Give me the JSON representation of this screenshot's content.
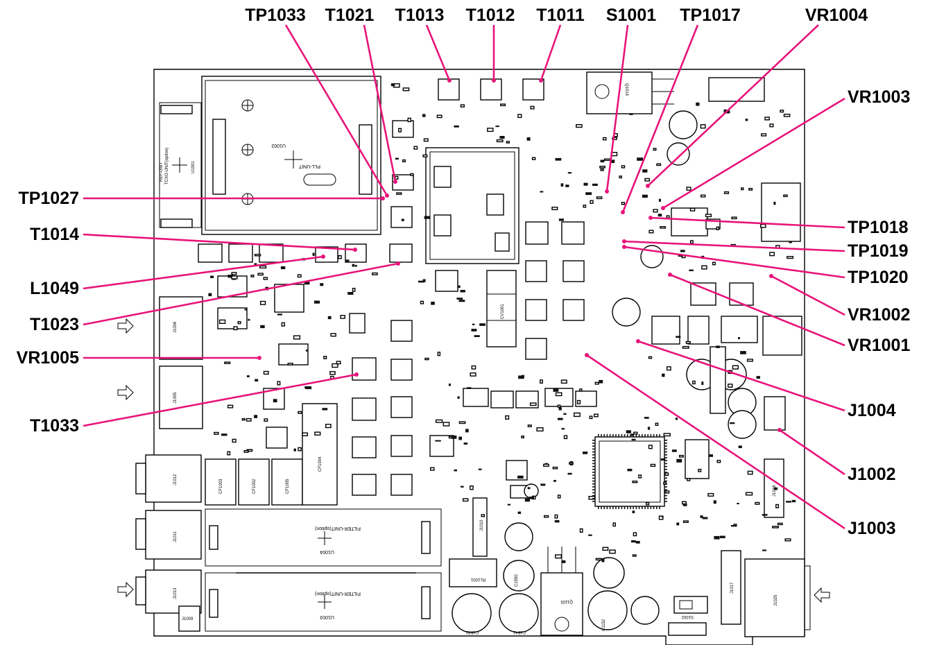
{
  "callouts": {
    "top": [
      "TP1033",
      "T1021",
      "T1013",
      "T1012",
      "T1011",
      "S1001",
      "TP1017",
      "VR1004"
    ],
    "left": [
      "TP1027",
      "T1014",
      "L1049",
      "T1023",
      "VR1005",
      "T1033"
    ],
    "right": [
      "VR1003",
      "TP1018",
      "TP1019",
      "TP1020",
      "VR1002",
      "VR1001",
      "J1004",
      "J1002",
      "J1003"
    ]
  },
  "board": {
    "silkscreen": {
      "pll_unit": "PLL-UNIT",
      "u1002": "U1002",
      "ref_unit": "REF-UNIT",
      "tcxo_unit": "TCXO-UNIT(option)",
      "u1001": "U1001",
      "filter_unit_1": "FILTER-UNIT(option)",
      "u1004": "U1004",
      "filter_unit_2": "FILTER-UNIT(option)",
      "u1003": "U1003",
      "j1006": "J1006",
      "j1005": "J1005",
      "j1012": "J1012",
      "j1011": "J1011",
      "j1013": "J1013",
      "j1009": "J1009",
      "j1010": "J1010",
      "j1017": "J1017",
      "j1025": "J1025",
      "j1018": "J1018",
      "cf1004": "CF1004",
      "cf1003": "CF1003",
      "cf1002": "CF1002",
      "cf1005": "CF1005",
      "cv1001": "CV1001",
      "rl1001": "RL1001",
      "q1105": "Q1105",
      "q1014": "Q1014",
      "c1532": "C1532",
      "c1541": "C1541",
      "c1550": "C1550",
      "c1152": "C1152",
      "s1002": "S1002"
    }
  },
  "colors": {
    "leader": "#e8137a",
    "ink": "#000000",
    "paper": "#ffffff"
  }
}
